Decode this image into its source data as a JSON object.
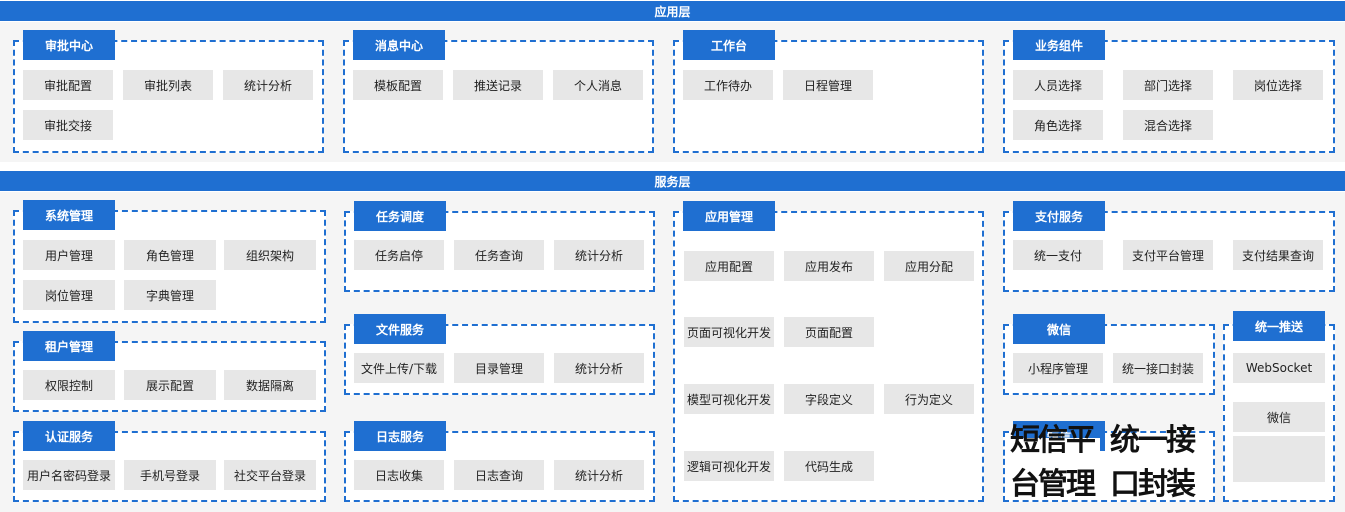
{
  "layers": {
    "app": "应用层",
    "service": "服务层"
  },
  "app_modules": {
    "approval": {
      "title": "审批中心",
      "items": [
        "审批配置",
        "审批列表",
        "统计分析",
        "审批交接"
      ]
    },
    "message": {
      "title": "消息中心",
      "items": [
        "模板配置",
        "推送记录",
        "个人消息"
      ]
    },
    "workbench": {
      "title": "工作台",
      "items": [
        "工作待办",
        "日程管理"
      ]
    },
    "biz": {
      "title": "业务组件",
      "items": [
        "人员选择",
        "部门选择",
        "岗位选择",
        "角色选择",
        "混合选择"
      ]
    }
  },
  "service_modules": {
    "sys": {
      "title": "系统管理",
      "items": [
        "用户管理",
        "角色管理",
        "组织架构",
        "岗位管理",
        "字典管理"
      ]
    },
    "tenant": {
      "title": "租户管理",
      "items": [
        "权限控制",
        "展示配置",
        "数据隔离"
      ]
    },
    "auth": {
      "title": "认证服务",
      "items": [
        "用户名密码登录",
        "手机号登录",
        "社交平台登录"
      ]
    },
    "task": {
      "title": "任务调度",
      "items": [
        "任务启停",
        "任务查询",
        "统计分析"
      ]
    },
    "file": {
      "title": "文件服务",
      "items": [
        "文件上传/下载",
        "目录管理",
        "统计分析"
      ]
    },
    "log": {
      "title": "日志服务",
      "items": [
        "日志收集",
        "日志查询",
        "统计分析"
      ]
    },
    "appmgr": {
      "title": "应用管理",
      "items": [
        "应用配置",
        "应用发布",
        "应用分配",
        "页面可视化开发",
        "页面配置",
        "模型可视化开发",
        "字段定义",
        "行为定义",
        "逻辑可视化开发",
        "代码生成"
      ]
    },
    "pay": {
      "title": "支付服务",
      "items": [
        "统一支付",
        "支付平台管理",
        "支付结果查询"
      ]
    },
    "wechat": {
      "title": "微信",
      "items": [
        "小程序管理",
        "统一接口封装"
      ]
    },
    "push": {
      "title": "统一推送",
      "items": [
        "WebSocket",
        "微信"
      ]
    },
    "sms": {
      "title": "短信",
      "items": [
        "短信平台管理",
        "统一接口封装"
      ]
    }
  }
}
